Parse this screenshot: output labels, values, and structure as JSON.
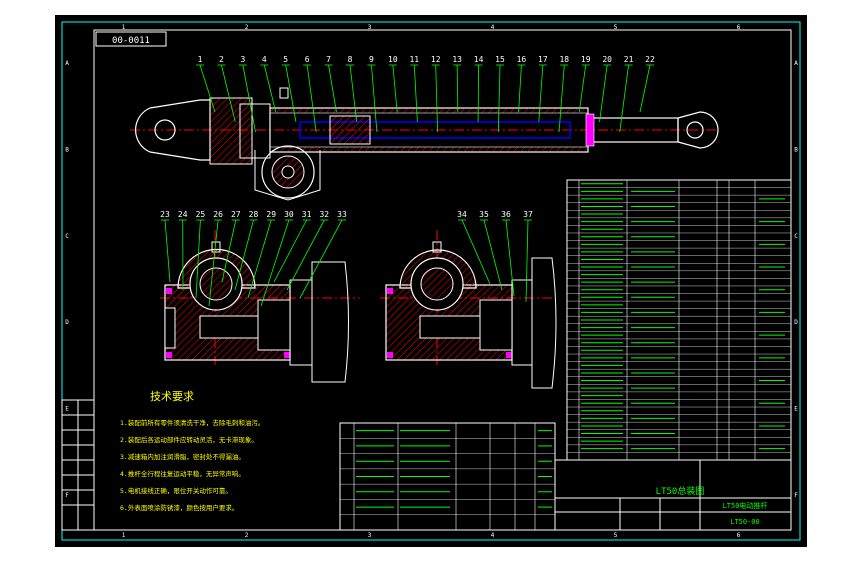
{
  "drawing": {
    "code_box": "00-0011",
    "title_block_title": "LT50总装图",
    "company": "LT50电动推杆",
    "drawing_number": "LT50-00",
    "tech_title": "技术要求",
    "tech_lines": [
      "1.装配前所有零件须清洗干净，去除毛刺和油污。",
      "2.装配后各运动部件应转动灵活，无卡滞现象。",
      "3.减速箱内加注润滑脂，密封处不得漏油。",
      "4.推杆全行程往复运动平稳，无异常声响。",
      "5.电机接线正确，限位开关动作可靠。",
      "6.外表面喷涂防锈漆，颜色按用户要求。"
    ]
  },
  "callouts_top": [
    "1",
    "2",
    "3",
    "4",
    "5",
    "6",
    "7",
    "8",
    "9",
    "10",
    "11",
    "12",
    "13",
    "14",
    "15",
    "16",
    "17",
    "18",
    "19",
    "20",
    "21",
    "22"
  ],
  "callouts_left": [
    "23",
    "24",
    "25",
    "26",
    "27",
    "28",
    "29",
    "30",
    "31",
    "32",
    "33"
  ],
  "callouts_right": [
    "34",
    "35",
    "36",
    "37"
  ],
  "border_ticks_top": [
    "1",
    "2",
    "3",
    "4",
    "5",
    "6"
  ],
  "border_ticks_right": [
    "A",
    "B",
    "C",
    "D",
    "E",
    "F"
  ],
  "colors": {
    "background": "#000000",
    "border": "#ffffff",
    "frame": "#00ffff",
    "part_outline": "#ffffff",
    "leader": "#00ff00",
    "hatch": "#ff0000",
    "centerline": "#ff0000",
    "table_line": "#ffffff",
    "table_text": "#00ff00",
    "annot": "#ffff00",
    "highlight": "#ff00ff",
    "shaft": "#0000ff"
  }
}
